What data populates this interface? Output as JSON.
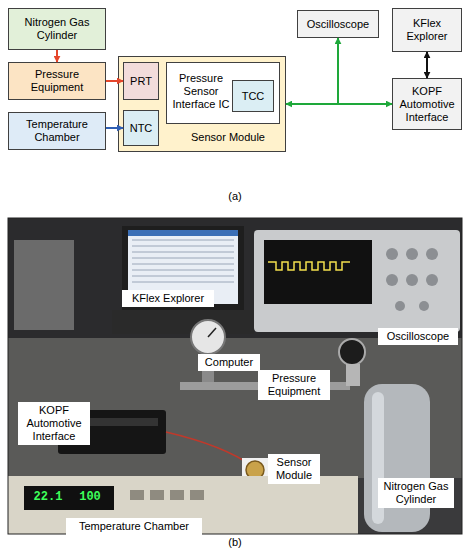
{
  "diagram": {
    "nodes": [
      {
        "text": [
          "Nitrogen Gas Cylinder"
        ]
      },
      {
        "text": [
          "Oscilloscope"
        ]
      },
      {
        "text": [
          "KFlex Explorer"
        ]
      },
      {
        "text": [
          "Pressure Equipment"
        ]
      },
      {
        "text": [
          "Sensor Module"
        ]
      },
      {
        "text": [
          "PRT"
        ],
        "in": 4
      },
      {
        "text": [
          "Pressure Sensor Interface IC"
        ],
        "in": 4
      },
      {
        "text": [
          "TCC"
        ],
        "in": 6
      },
      {
        "text": [
          "NTC"
        ],
        "in": 4
      },
      {
        "text": [
          "Temperature Chamber"
        ]
      },
      {
        "text": [
          "KOPF Automotive Interface"
        ]
      }
    ],
    "edges": [
      {
        "from": 0,
        "to": 3,
        "arrow": "to"
      },
      {
        "from": 3,
        "to": 5,
        "arrow": "to"
      },
      {
        "from": 9,
        "to": 8,
        "arrow": "to"
      },
      {
        "from": 4,
        "to": 1,
        "arrow": "to"
      },
      {
        "from": 4,
        "to": 10,
        "arrow": "both"
      },
      {
        "from": 10,
        "to": 2,
        "arrow": "both"
      }
    ],
    "labels": [
      "(a)",
      "KFlex Explorer",
      "Oscilloscope",
      "Computer",
      "Pressure Equipment",
      "KOPF Automotive Interface",
      "Sensor Module",
      "Nitrogen Gas Cylinder",
      "22.1",
      "100",
      "Temperature Chamber",
      "(b)"
    ]
  }
}
